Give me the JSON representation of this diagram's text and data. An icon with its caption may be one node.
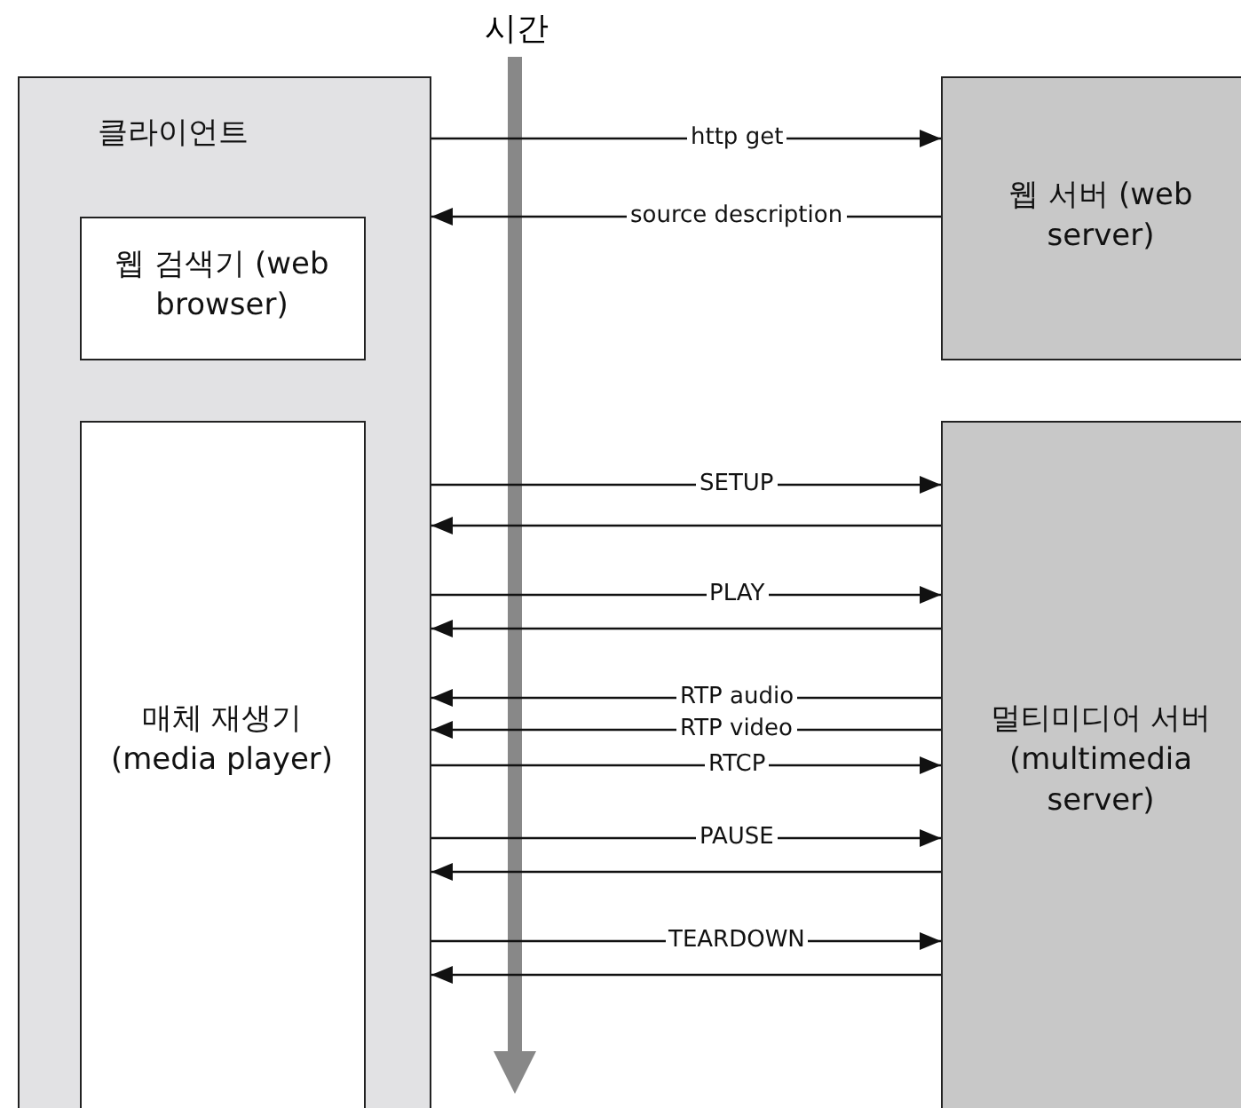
{
  "diagram": {
    "nodes": [
      {
        "text": [
          "클라이언트"
        ]
      },
      {
        "text": [
          "웹 검색기 (web browser)"
        ],
        "in": 0
      },
      {
        "text": [
          "매체 재생기 (media player)"
        ],
        "in": 0
      },
      {
        "text": [
          "웹 서버 (web server)"
        ]
      },
      {
        "text": [
          "멀티미디어 서버 (multimedia server)"
        ]
      }
    ],
    "edges": [
      {
        "from": 0,
        "to": 3,
        "arrow": "to",
        "label": "http get"
      },
      {
        "from": 3,
        "to": 0,
        "arrow": "to",
        "label": "source description"
      },
      {
        "from": 0,
        "to": 4,
        "arrow": "to",
        "label": "SETUP"
      },
      {
        "from": 4,
        "to": 0,
        "arrow": "to"
      },
      {
        "from": 0,
        "to": 4,
        "arrow": "to",
        "label": "PLAY"
      },
      {
        "from": 4,
        "to": 0,
        "arrow": "to"
      },
      {
        "from": 4,
        "to": 0,
        "arrow": "to",
        "label": "RTP audio"
      },
      {
        "from": 4,
        "to": 0,
        "arrow": "to",
        "label": "RTP video"
      },
      {
        "from": 0,
        "to": 4,
        "arrow": "to",
        "label": "RTCP"
      },
      {
        "from": 0,
        "to": 4,
        "arrow": "to",
        "label": "PAUSE"
      },
      {
        "from": 4,
        "to": 0,
        "arrow": "to"
      },
      {
        "from": 0,
        "to": 4,
        "arrow": "to",
        "label": "TEARDOWN"
      },
      {
        "from": 4,
        "to": 0,
        "arrow": "to"
      }
    ],
    "labels": [
      "시간"
    ]
  }
}
